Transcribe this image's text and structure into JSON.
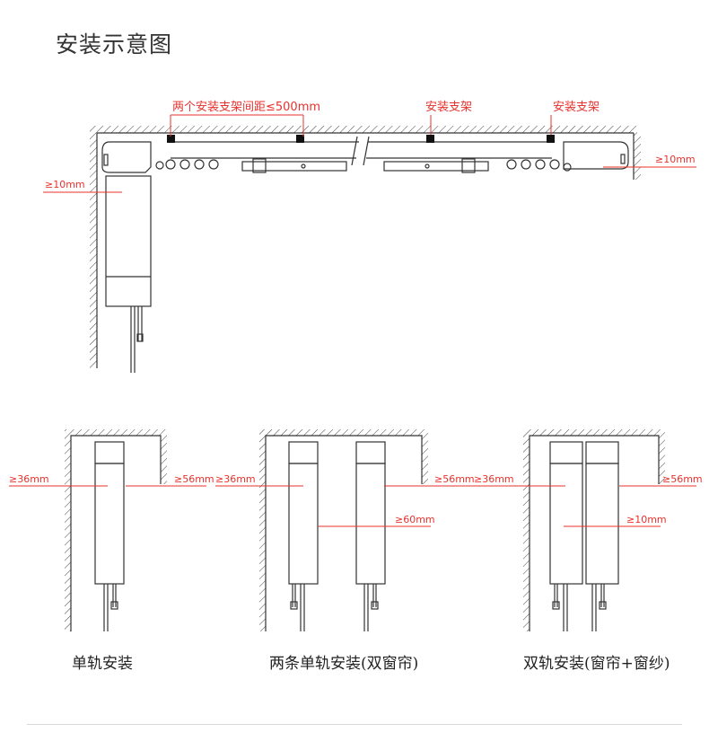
{
  "title": "安装示意图",
  "colors": {
    "annotation": "#e8322d",
    "line": "#333333",
    "bracket": "#111111"
  },
  "top_diagram": {
    "label_spacing": "两个安装支架间距≤500mm",
    "label_bracket_1": "安装支架",
    "label_bracket_2": "安装支架",
    "label_right_gap": "≥10mm",
    "label_left_gap": "≥10mm"
  },
  "bottom_diagrams": {
    "single": {
      "caption": "单轨安装",
      "left_gap": "≥36mm",
      "right_gap": "≥56mm"
    },
    "two_single": {
      "caption": "两条单轨安装(双窗帘)",
      "left_gap": "≥36mm",
      "right_gap": "≥56mm",
      "middle_gap": "≥60mm"
    },
    "double": {
      "caption": "双轨安装(窗帘+窗纱)",
      "left_gap": "≥36mm",
      "right_gap": "≥56mm",
      "middle_gap": "≥10mm"
    }
  }
}
